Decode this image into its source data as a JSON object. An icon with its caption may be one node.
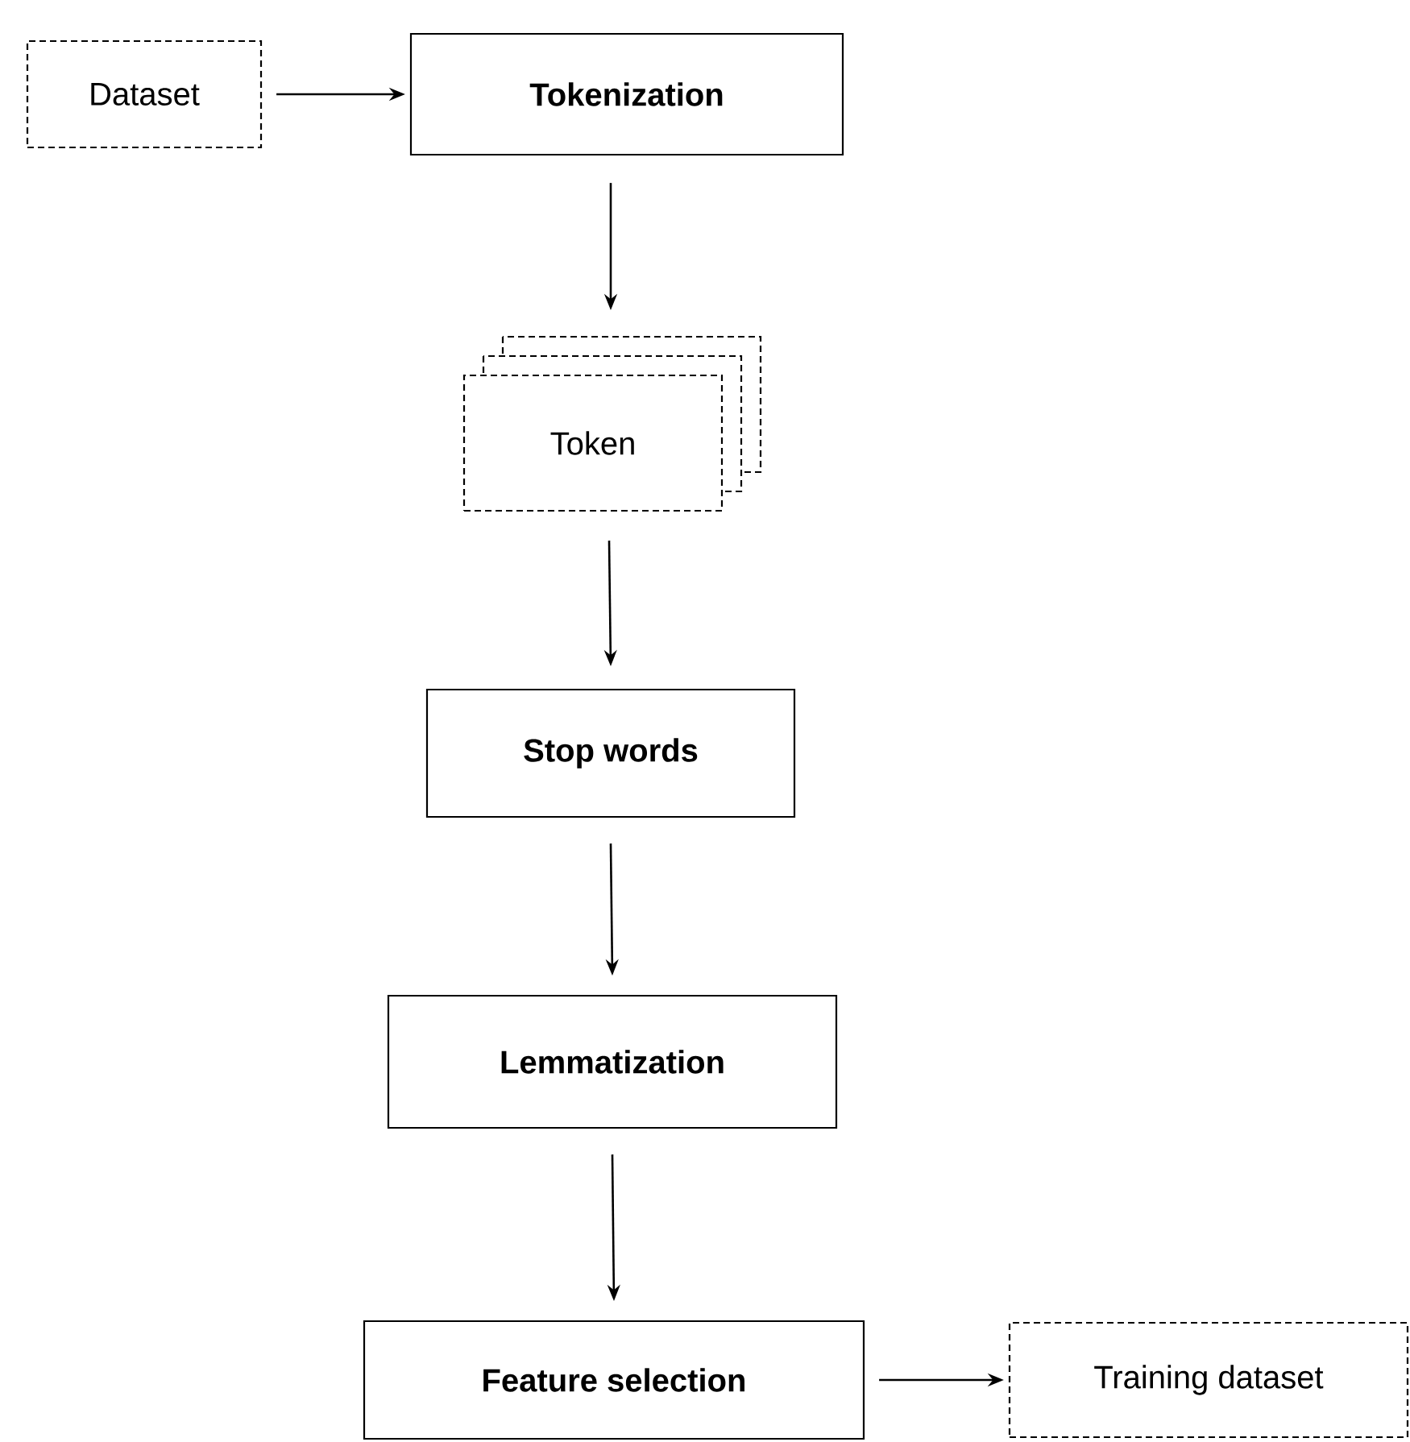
{
  "diagram": {
    "nodes": [
      {
        "text": [
          "Dataset"
        ]
      },
      {
        "text": [
          "Tokenization"
        ]
      },
      {
        "text": [
          "Token"
        ]
      },
      {
        "text": [
          "Stop words"
        ]
      },
      {
        "text": [
          "Lemmatization"
        ]
      },
      {
        "text": [
          "Feature selection"
        ]
      },
      {
        "text": [
          "Training dataset"
        ]
      }
    ],
    "edges": [
      {
        "from": 0,
        "to": 1,
        "arrow": "to"
      },
      {
        "from": 1,
        "to": 2,
        "arrow": "to"
      },
      {
        "from": 2,
        "to": 3,
        "arrow": "to"
      },
      {
        "from": 3,
        "to": 4,
        "arrow": "to"
      },
      {
        "from": 4,
        "to": 5,
        "arrow": "to"
      },
      {
        "from": 5,
        "to": 6,
        "arrow": "to"
      }
    ]
  }
}
